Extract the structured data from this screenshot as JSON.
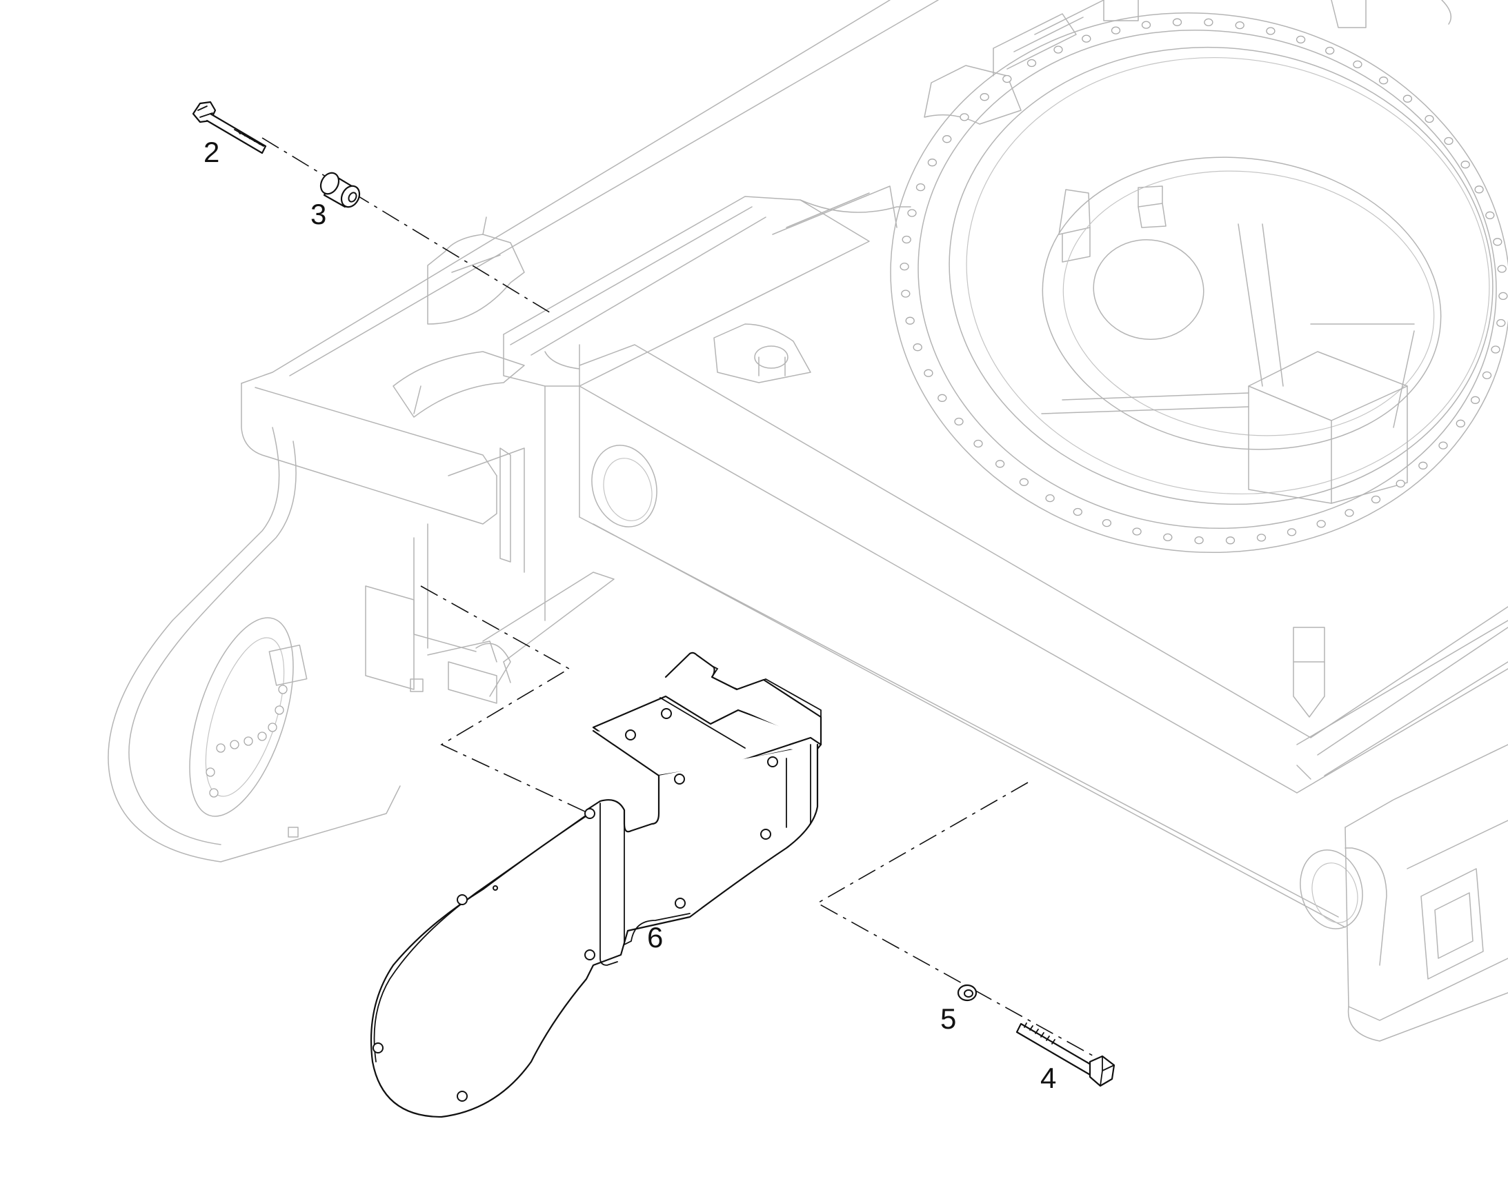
{
  "diagram": {
    "callouts": [
      {
        "id": "2",
        "label": "2"
      },
      {
        "id": "3",
        "label": "3"
      },
      {
        "id": "4",
        "label": "4"
      },
      {
        "id": "5",
        "label": "5"
      },
      {
        "id": "6",
        "label": "6"
      }
    ],
    "colors": {
      "frame_outline": "#b4b4b4",
      "part_outline": "#111111",
      "background": "#ffffff"
    },
    "icons": [
      "bolt-icon",
      "spacer-icon",
      "washer-icon",
      "guard-plate-icon"
    ]
  }
}
